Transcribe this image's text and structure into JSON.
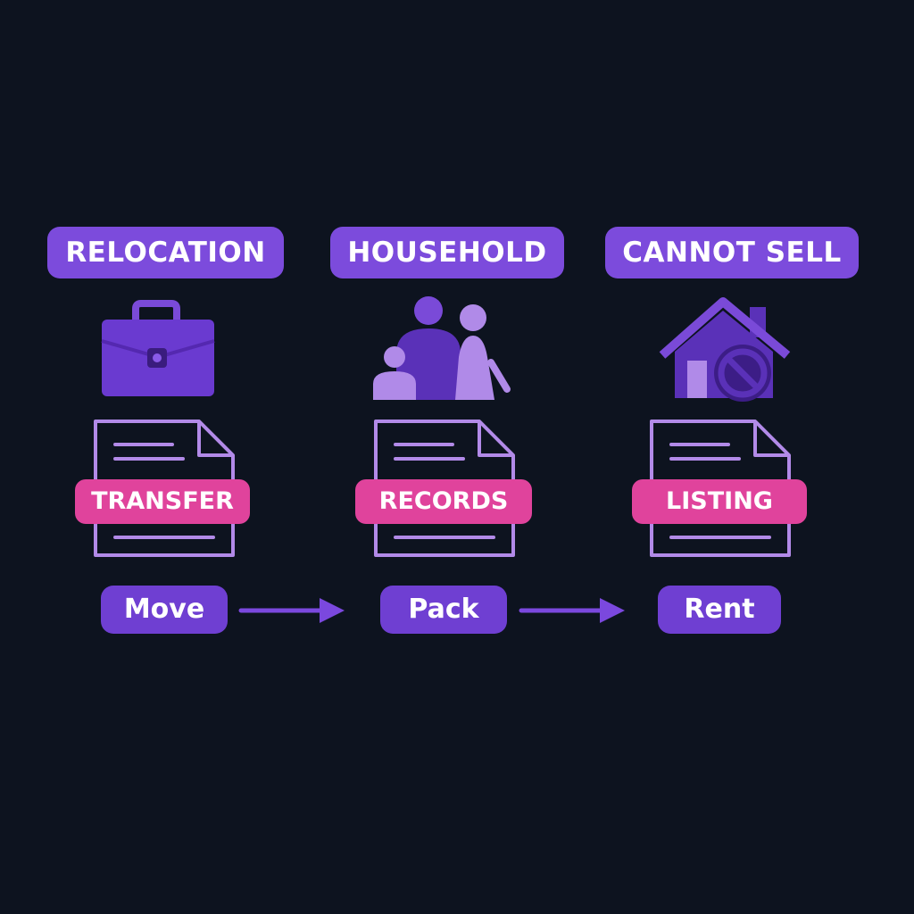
{
  "colors": {
    "background": "#0d131f",
    "title_pill": "#7c4bdc",
    "step_pill": "#6f3fd2",
    "doc_tag": "#e0439c",
    "doc_outline": "#b28ae8",
    "icon_dark": "#5a31b8",
    "icon_light": "#a67ce8",
    "arrow": "#7b48de"
  },
  "columns": [
    {
      "title": "RELOCATION",
      "icon": "briefcase-icon",
      "document_tag": "TRANSFER",
      "step": "Move"
    },
    {
      "title": "HOUSEHOLD",
      "icon": "family-icon",
      "document_tag": "RECORDS",
      "step": "Pack"
    },
    {
      "title": "CANNOT SELL",
      "icon": "house-prohibited-icon",
      "document_tag": "LISTING",
      "step": "Rent"
    }
  ],
  "connectors": [
    {
      "from": "Move",
      "to": "Pack",
      "icon": "arrow-right-icon"
    },
    {
      "from": "Pack",
      "to": "Rent",
      "icon": "arrow-right-icon"
    }
  ]
}
